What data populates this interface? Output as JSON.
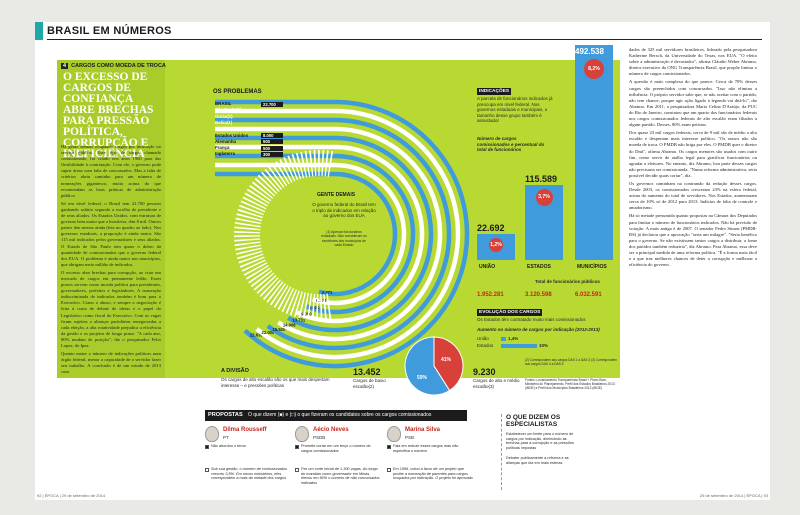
{
  "header": {
    "section_title": "BRASIL EM NÚMEROS"
  },
  "article": {
    "kicker_number": "4",
    "kicker": "CARGOS COMO MOEDA DE TROCA",
    "headline": "O EXCESSO DE CARGOS DE CONFIANÇA ABRE BRECHAS PARA PRESSÃO POLÍTICA, CORRUPÇÃO E INEFICIÊNCIA",
    "col1": [
      "Há gente demais ocupando cargos por indicação no serviço público. Esse tipo de cargo, chamado comissionado, foi criado nos anos 1960 para dar flexibilidade à contratação. Com ele, o governo pode suprir áreas com falta de concursados. Mas a falta de critérios abriu caminho para um número de nomeações gigantesco, muito acima do que recomendam as boas práticas de administração pública.",
      "Só em nível federal, o Brasil tem 22.700 pessoas ganhando salário segundo a escolha do presidente e de seus aliados. Os Estados Unidos, com estrutura de governo bem maior que a brasileira, têm 8 mil. Outros países têm menos ainda (leia no quadro ao lado). Nos governos estaduais, a proporção é ainda maior. São 115 mil indicados pelos governadores e seus aliados. O Estado de São Paulo tem quase o dobro da quantidade de comissionados que o governo federal dos EUA. O problema é ainda maior nos municípios, que abrigam meio milhão de indicados.",
      "O excesso abre brechas para corrupção, ao criar um mercado de cargos em permanente leilão. Esses postos servem como moeda política para presidentes, governadores, prefeitos e legisladores. A nomeação indiscriminada de indicados também é bom para o Executivo. Como o abuso, e sempre a negociação é feita à custa de debate de ideias e o papel do Legislativo como fiscal do Executivo. Com as vagas ficam sujeitas a alianças partidárias renegociadas a cada eleição, a alta rotatividade prejudica a eficiência da gestão e os projetos de longo prazo. \"A cada ano, 80% mudam de posição\", diz o pesquisador Felix Lopez, do Ipea.",
      "Quanto maior o número de indicações políticas num órgão federal, menor a capacidade de o servidor fazer seu trabalho. A conclusão é de um estudo de 2013 com"
    ],
    "col3": [
      "dados de 325 mil servidores brasileiros, liderado pela pesquisadora Katherine Bersch, da Universidade do Texas, nos EUA. \"O efeito sobre a administração é devastador\", afirma Cláudio Weber Abramo, diretor executivo da ONG Transparência Brasil, que propõe limitar o número de cargos comissionados.",
      "A questão é mais complexa do que parece. Cerca de 70% desses cargos são preenchidos com concursados. \"Isso não elimina a influência. O próprio servidor sabe que, se não aceitar com o partido, não tem chance, porque agir ação ligado à legenda vai ditá-lo\", diz Abramo. Em 2011, a pesquisadora Maria Celina D'Araújo, da PUC do Rio de Janeiro, constatou que um quarto dos funcionários federais nos cargos comissionados federais de alto escalão eram filiados a algum partido. Desses, 80% eram petistas.",
      "Dos quase 23 mil cargos federais, cerca de 9 mil são de médio a alto escalão e despertam mais interesse político. \"Os outros não são moeda de troca. O PMDB não briga por eles. O PMDB quer o diretor do Dnit\", afirma Abramo. Os cargos menores são usados com outro fim, como servir de atalho legal para gratificar funcionários ou agradar a eleitores. No entanto, diz Abramo, boa parte desses cargos não precisaria ser comissionada. \"Numa reforma administrativa, seria possível decidir quais cortar\", diz.",
      "Os governos caminham na contramão da redução desses cargos. Desde 2003, os comissionados cresceram 23% na esfera federal, acima do aumento do total de servidores. Nos Estados, aumentaram cerca de 10% só de 2012 para 2013. Indícios de falta de controle e amadorismo.",
      "Há só metade presumida quanto propostas na Câmara dos Deputados para limitar o número de funcionários indicados. Não há previsão de votação. A mais antiga é de 2007. O senador Pedro Simon (PMDB-RS) já declarou que a aprovação \"seria um milagre\". \"Seria benéfico para o governo. Se não existissem tantos cargos a distribuir, a fome dos partidos também reduziria\", diz Abramo. Para Abramo, essa deve ser a principal medida de uma reforma política. \"É a forma mais fácil e a que traz melhores chances de deter a corrupção e melhorar a eficiência do governo."
    ]
  },
  "problems": {
    "title": "OS PROBLEMAS",
    "countries": [
      "BRASIL",
      "São Paulo(1)",
      "Goiás(1)",
      "Bahia(1)",
      "Rio de Janeiro(1)",
      "Estados Unidos",
      "Alemanha",
      "França",
      "Inglaterra"
    ],
    "values": [
      "22.700",
      "",
      "",
      "",
      "",
      "8.000",
      "500",
      "500",
      "300"
    ],
    "arc_labels": [
      "22.639",
      "22.000",
      "15.520",
      "14.008",
      "13.731",
      "9.000",
      "8.000",
      "6.175",
      "4.371"
    ],
    "gente_demais_title": "GENTE DEMAIS",
    "gente_demais_text": "O governo federal do Brasil tem o triplo de indicados em relação ao governo dos EUA",
    "gente_demais_note": "(1) Apenas funcionários estaduais. Não consideram os servidores dos municípios de cada Estado"
  },
  "indicacoes": {
    "title": "INDICAÇÕES",
    "text": "A parcela de funcionários indicados já preocupa em nível federal. Nos governos estaduais e municipais, o tamanho desse grupo também é assustador",
    "legend": "Número de cargos comissionados e percentual do total de funcionários",
    "bars": [
      {
        "label": "UNIÃO",
        "value": "22.692",
        "pct": "1,2%",
        "total": "1.952.281"
      },
      {
        "label": "ESTADOS",
        "value": "115.589",
        "pct": "3,7%",
        "total": "3.120.598"
      },
      {
        "label": "MUNICÍPIOS",
        "value": "492.538",
        "pct": "8,2%",
        "total": "6.032.591"
      }
    ],
    "total_label": "Total de funcionários públicos"
  },
  "evolucao": {
    "title": "EVOLUÇÃO DOS CARGOS",
    "text": "Os Estados têm contratado muito mais comissionados",
    "subtitle": "Aumento no número de cargos por indicação (2012-2013)",
    "rows": [
      {
        "label": "União",
        "value": "1,4%"
      },
      {
        "label": "Estados",
        "value": "10%"
      }
    ]
  },
  "divisao": {
    "title": "A DIVISÃO",
    "text": "Os cargos de alto escalão são os que mais despertam interesse – e pressões políticas",
    "left_value": "13.452",
    "left_label": "Cargos de baixo escalão(2)",
    "right_value": "9.230",
    "right_label": "Cargos de alto e médio escalão(3)",
    "pie_left": "59%",
    "pie_right": "41%",
    "notes": "(2) Correspondem aos cargos DAS 1 a DAS 3  (3) Correspondem aos cargos DAS 4 a DAS 6",
    "source": "Fontes: Levantamento Transparência Brasil + Plano Bom, Ministério do Planejamento, Perfil dos Estados Brasileiros 2013 (IBGE) e Perfil dos Municípios Brasileiros 2013 (IBGE)"
  },
  "propostas": {
    "title": "PROPOSTAS",
    "question": "O que dizem (■) e (□) o que fizeram os candidatos sobre os cargos comissionados",
    "candidates": [
      {
        "name": "Dilma Rousseff",
        "party": "PT",
        "said": "Não abordou o tema",
        "did": "Sob sua gestão, o número de comissionados cresceu 3,8%. Em novos ministérios, eles correspondem a mais da metade dos cargos"
      },
      {
        "name": "Aécio Neves",
        "party": "PSDB",
        "said": "Promete cortar em um terço o número de cargos comissionados",
        "did": "Fez um corte inicial de 1.300 vagas. Ao longo do mandato como governador em Minas, elevou em 60% o número de não concursados indicados"
      },
      {
        "name": "Marina Silva",
        "party": "PSB",
        "said": "Fala em reduzir esses cargos mas não especifica o número",
        "did": "Em 1996, votou a favor de um projeto que proíbe a nomeação de parentes para cargos ocupados por indicação. O projeto foi aprovado"
      }
    ]
  },
  "especialistas": {
    "title": "O QUE DIZEM OS ESPECIALISTAS",
    "items": [
      "Estabelecer um limite para o número de cargos por indicação, diminuindo as brechas para a corrupção e as pressões políticas impostas",
      "Debater publicamente a reforma e as alianças que faz em mais esferas"
    ]
  },
  "footer": {
    "left": "92 | ÉPOCA | 29 de setembro de 2014",
    "right": "29 de setembro de 2014 | ÉPOCA | 93"
  },
  "colors": {
    "lime": "#b7d932",
    "blue": "#3f9bdc",
    "red": "#d8403a",
    "dark": "#1b1b1b"
  }
}
